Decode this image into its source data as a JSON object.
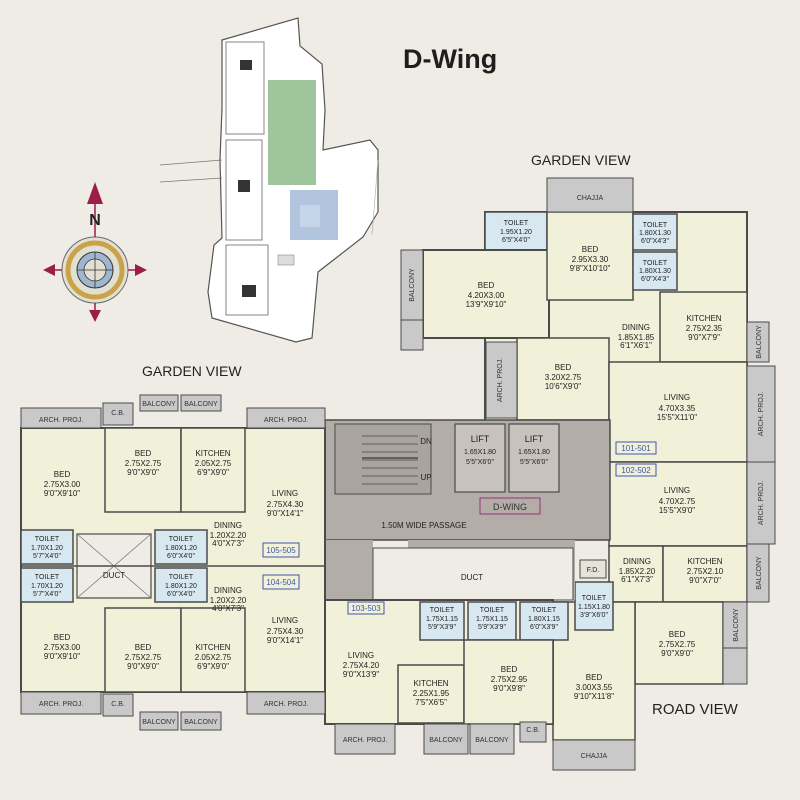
{
  "header": {
    "wing_title": "D-Wing",
    "garden_view_top": "GARDEN VIEW",
    "garden_view_left": "GARDEN VIEW",
    "road_view": "ROAD VIEW"
  },
  "compass": {
    "north": "N"
  },
  "core": {
    "lift_a": "LIFT",
    "lift_a_dim": "1.65X1.80",
    "lift_a_ft": "5'5\"X6'0\"",
    "lift_b": "LIFT",
    "lift_b_dim": "1.65X1.80",
    "lift_b_ft": "5'5\"X6'0\"",
    "stair_dn": "DN",
    "stair_up": "UP",
    "wing_label": "D-WING",
    "passage": "1.50M WIDE PASSAGE",
    "duct_left": "DUCT",
    "duct_center": "DUCT",
    "fd": "F.D."
  },
  "labels": {
    "chajja_top": "CHAJJA",
    "chajja_bottom": "CHAJJA",
    "balcony": "BALCONY",
    "cb": "C.B.",
    "arch_proj": "ARCH. PROJ."
  },
  "unit_ids": {
    "u101_501": "101-501",
    "u102_502": "102-502",
    "u103_503": "103-503",
    "u104_504": "104-504",
    "u105_505": "105-505"
  },
  "rooms": {
    "toilet_tl": {
      "name": "TOILET",
      "dim": "1.95X1.20",
      "ft": "6'5\"X4'0\""
    },
    "bed_top_left": {
      "name": "BED",
      "dim": "4.20X3.00",
      "ft": "13'9\"X9'10\""
    },
    "bed_top_mid": {
      "name": "BED",
      "dim": "2.95X3.30",
      "ft": "9'8\"X10'10\""
    },
    "toilet_tr1": {
      "name": "TOILET",
      "dim": "1.80X1.30",
      "ft": "6'0\"X4'3\""
    },
    "toilet_tr2": {
      "name": "TOILET",
      "dim": "1.80X1.30",
      "ft": "6'0\"X4'3\""
    },
    "kitchen_tr": {
      "name": "KITCHEN",
      "dim": "2.75X2.35",
      "ft": "9'0\"X7'9\""
    },
    "dining_tr": {
      "name": "DINING",
      "dim": "1.85X1.85",
      "ft": "6'1\"X6'1\""
    },
    "bed_center_top": {
      "name": "BED",
      "dim": "3.20X2.75",
      "ft": "10'6\"X9'0\""
    },
    "living_tr": {
      "name": "LIVING",
      "dim": "4.70X3.35",
      "ft": "15'5\"X11'0\""
    },
    "living_r": {
      "name": "LIVING",
      "dim": "4.70X2.75",
      "ft": "15'5\"X9'0\""
    },
    "dining_r": {
      "name": "DINING",
      "dim": "1.85X2.20",
      "ft": "6'1\"X7'3\""
    },
    "kitchen_r": {
      "name": "KITCHEN",
      "dim": "2.75X2.10",
      "ft": "9'0\"X7'0\""
    },
    "bed_r": {
      "name": "BED",
      "dim": "2.75X2.75",
      "ft": "9'0\"X9'0\""
    },
    "bed_br": {
      "name": "BED",
      "dim": "3.00X3.55",
      "ft": "9'10\"X11'8\""
    },
    "toilet_br": {
      "name": "TOILET",
      "dim": "1.15X1.80",
      "ft": "3'9\"X6'0\""
    },
    "toilet_bc1": {
      "name": "TOILET",
      "dim": "1.75X1.15",
      "ft": "5'9\"X3'9\""
    },
    "toilet_bc2": {
      "name": "TOILET",
      "dim": "1.75X1.15",
      "ft": "5'9\"X3'9\""
    },
    "toilet_bc3": {
      "name": "TOILET",
      "dim": "1.80X1.15",
      "ft": "6'0\"X3'9\""
    },
    "living_bc": {
      "name": "LIVING",
      "dim": "2.75X4.20",
      "ft": "9'0\"X13'9\""
    },
    "kitchen_bc": {
      "name": "KITCHEN",
      "dim": "2.25X1.95",
      "ft": "7'5\"X6'5\""
    },
    "bed_bc": {
      "name": "BED",
      "dim": "2.75X2.95",
      "ft": "9'0\"X9'8\""
    },
    "bed_l1": {
      "name": "BED",
      "dim": "2.75X3.00",
      "ft": "9'0\"X9'10\""
    },
    "bed_l1b": {
      "name": "BED",
      "dim": "2.75X2.75",
      "ft": "9'0\"X9'0\""
    },
    "kitchen_l1": {
      "name": "KITCHEN",
      "dim": "2.05X2.75",
      "ft": "6'9\"X9'0\""
    },
    "living_l1": {
      "name": "LIVING",
      "dim": "2.75X4.30",
      "ft": "9'0\"X14'1\""
    },
    "dining_l1": {
      "name": "DINING",
      "dim": "1.20X2.20",
      "ft": "4'0\"X7'3\""
    },
    "toilet_l1a": {
      "name": "TOILET",
      "dim": "1.70X1.20",
      "ft": "5'7\"X4'0\""
    },
    "toilet_l1b": {
      "name": "TOILET",
      "dim": "1.80X1.20",
      "ft": "6'0\"X4'0\""
    },
    "toilet_l2a": {
      "name": "TOILET",
      "dim": "1.70X1.20",
      "ft": "5'7\"X4'0\""
    },
    "toilet_l2b": {
      "name": "TOILET",
      "dim": "1.80X1.20",
      "ft": "6'0\"X4'0\""
    },
    "dining_l2": {
      "name": "DINING",
      "dim": "1.20X2.20",
      "ft": "4'0\"X7'3\""
    },
    "living_l2": {
      "name": "LIVING",
      "dim": "2.75X4.30",
      "ft": "9'0\"X14'1\""
    },
    "bed_l2": {
      "name": "BED",
      "dim": "2.75X3.00",
      "ft": "9'0\"X9'10\""
    },
    "bed_l2b": {
      "name": "BED",
      "dim": "2.75X2.75",
      "ft": "9'0\"X9'0\""
    },
    "kitchen_l2": {
      "name": "KITCHEN",
      "dim": "2.05X2.75",
      "ft": "6'9\"X9'0\""
    }
  },
  "colors": {
    "background": "#efece6",
    "room_fill": "#f1f0d9",
    "toilet_fill": "#d8e8f1",
    "wall": "#4a4a4a",
    "core_fill": "#b2ada6",
    "balcony_fill": "#c9c9c9",
    "unit_tag": "#3e58a7",
    "wing_tag": "#a02a7e",
    "compass_red": "#9a1f47"
  }
}
